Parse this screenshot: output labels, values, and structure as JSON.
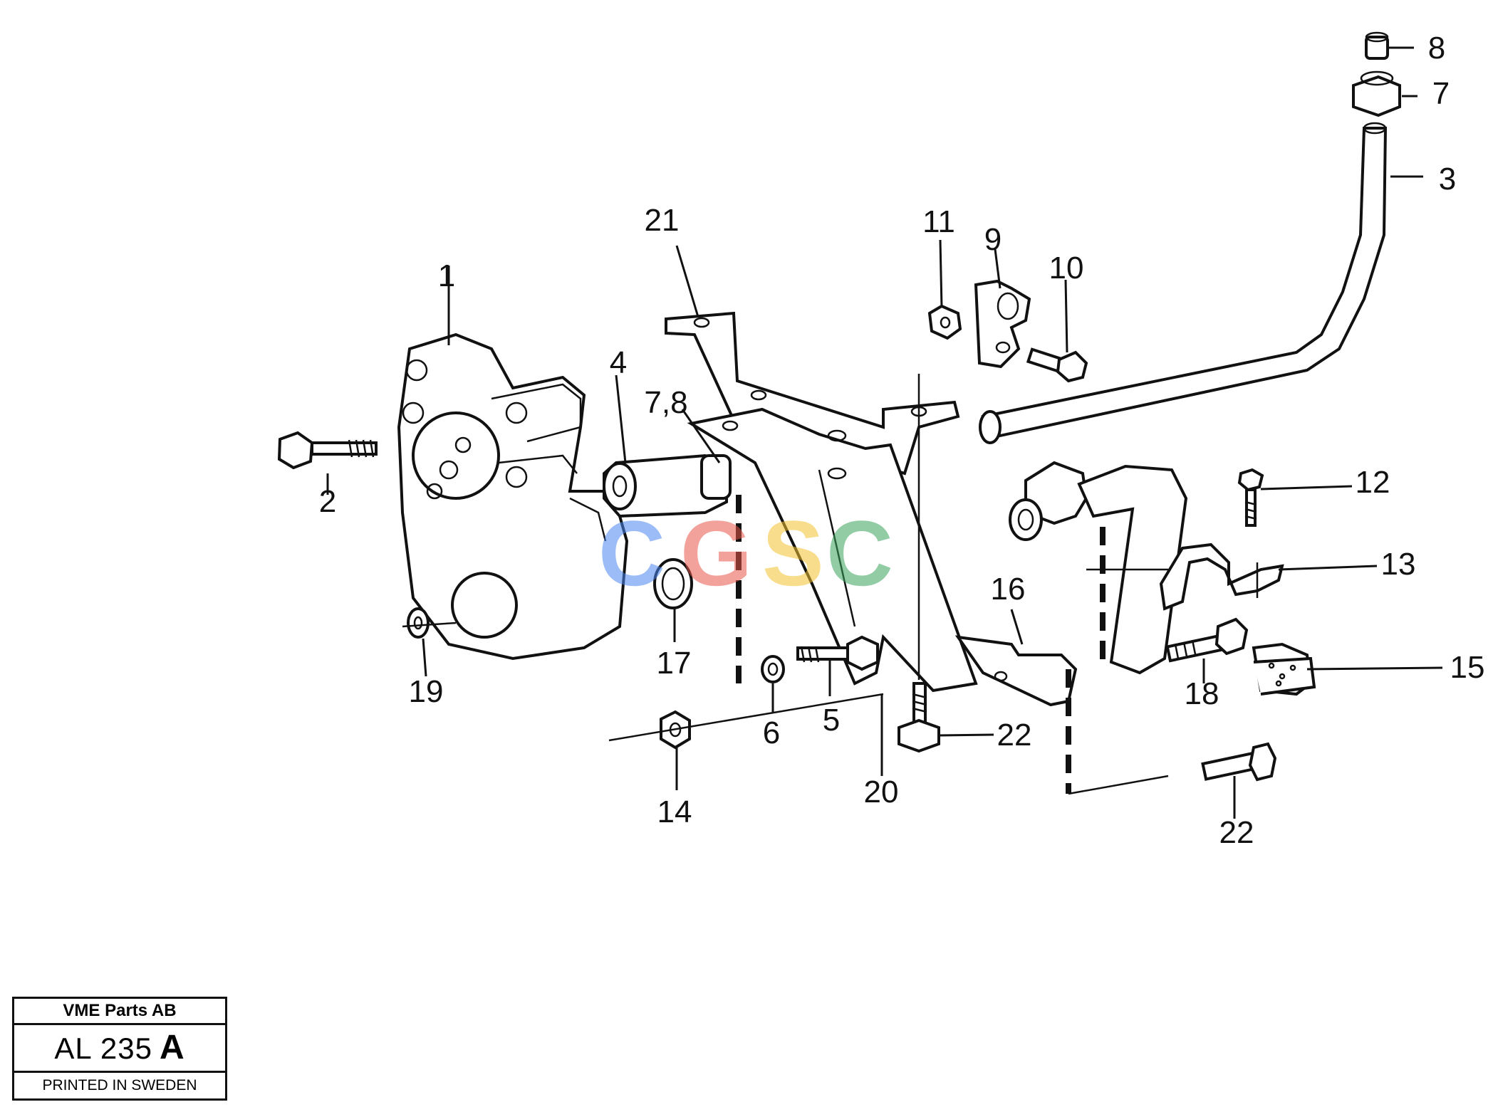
{
  "callouts": [
    {
      "id": "1",
      "label": "1"
    },
    {
      "id": "2",
      "label": "2"
    },
    {
      "id": "3",
      "label": "3"
    },
    {
      "id": "4",
      "label": "4"
    },
    {
      "id": "5",
      "label": "5"
    },
    {
      "id": "6",
      "label": "6"
    },
    {
      "id": "7",
      "label": "7"
    },
    {
      "id": "7-8",
      "label": "7,8"
    },
    {
      "id": "8",
      "label": "8"
    },
    {
      "id": "9",
      "label": "9"
    },
    {
      "id": "10",
      "label": "10"
    },
    {
      "id": "11",
      "label": "11"
    },
    {
      "id": "12",
      "label": "12"
    },
    {
      "id": "13",
      "label": "13"
    },
    {
      "id": "14",
      "label": "14"
    },
    {
      "id": "15",
      "label": "15"
    },
    {
      "id": "16",
      "label": "16"
    },
    {
      "id": "17",
      "label": "17"
    },
    {
      "id": "18",
      "label": "18"
    },
    {
      "id": "19",
      "label": "19"
    },
    {
      "id": "20",
      "label": "20"
    },
    {
      "id": "21",
      "label": "21"
    },
    {
      "id": "22a",
      "label": "22"
    },
    {
      "id": "22b",
      "label": "22"
    }
  ],
  "watermark": {
    "text": "CGSC",
    "colors": [
      "#4a86f0",
      "#e8564a",
      "#f2c230",
      "#3aa35c"
    ]
  },
  "title_block": {
    "company": "VME Parts AB",
    "code": "AL 235",
    "code_letter": "A",
    "printed": "PRINTED IN SWEDEN"
  }
}
